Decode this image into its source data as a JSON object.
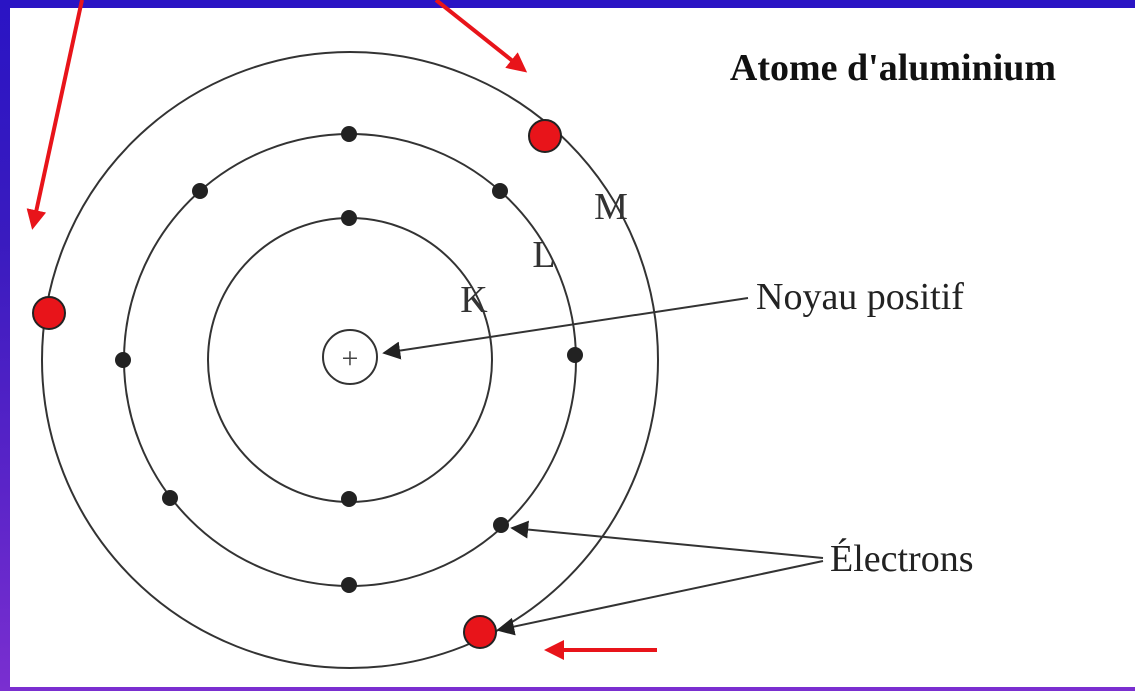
{
  "diagram": {
    "title": "Atome d'aluminium",
    "shell_labels": {
      "K": "K",
      "L": "L",
      "M": "M"
    },
    "nucleus_symbol": "+",
    "nucleus_label": "Noyau positif",
    "electrons_label": "Électrons",
    "electron_counts": {
      "K": 2,
      "L": 8,
      "M": 3
    }
  },
  "colors": {
    "background_top": "#2a14c4",
    "background_bottom": "#7a2fd0",
    "panel": "#ffffff",
    "line": "#333333",
    "electron": "#222222",
    "valence_electron": "#e8141a",
    "highlight_arrow": "#e8141a"
  }
}
